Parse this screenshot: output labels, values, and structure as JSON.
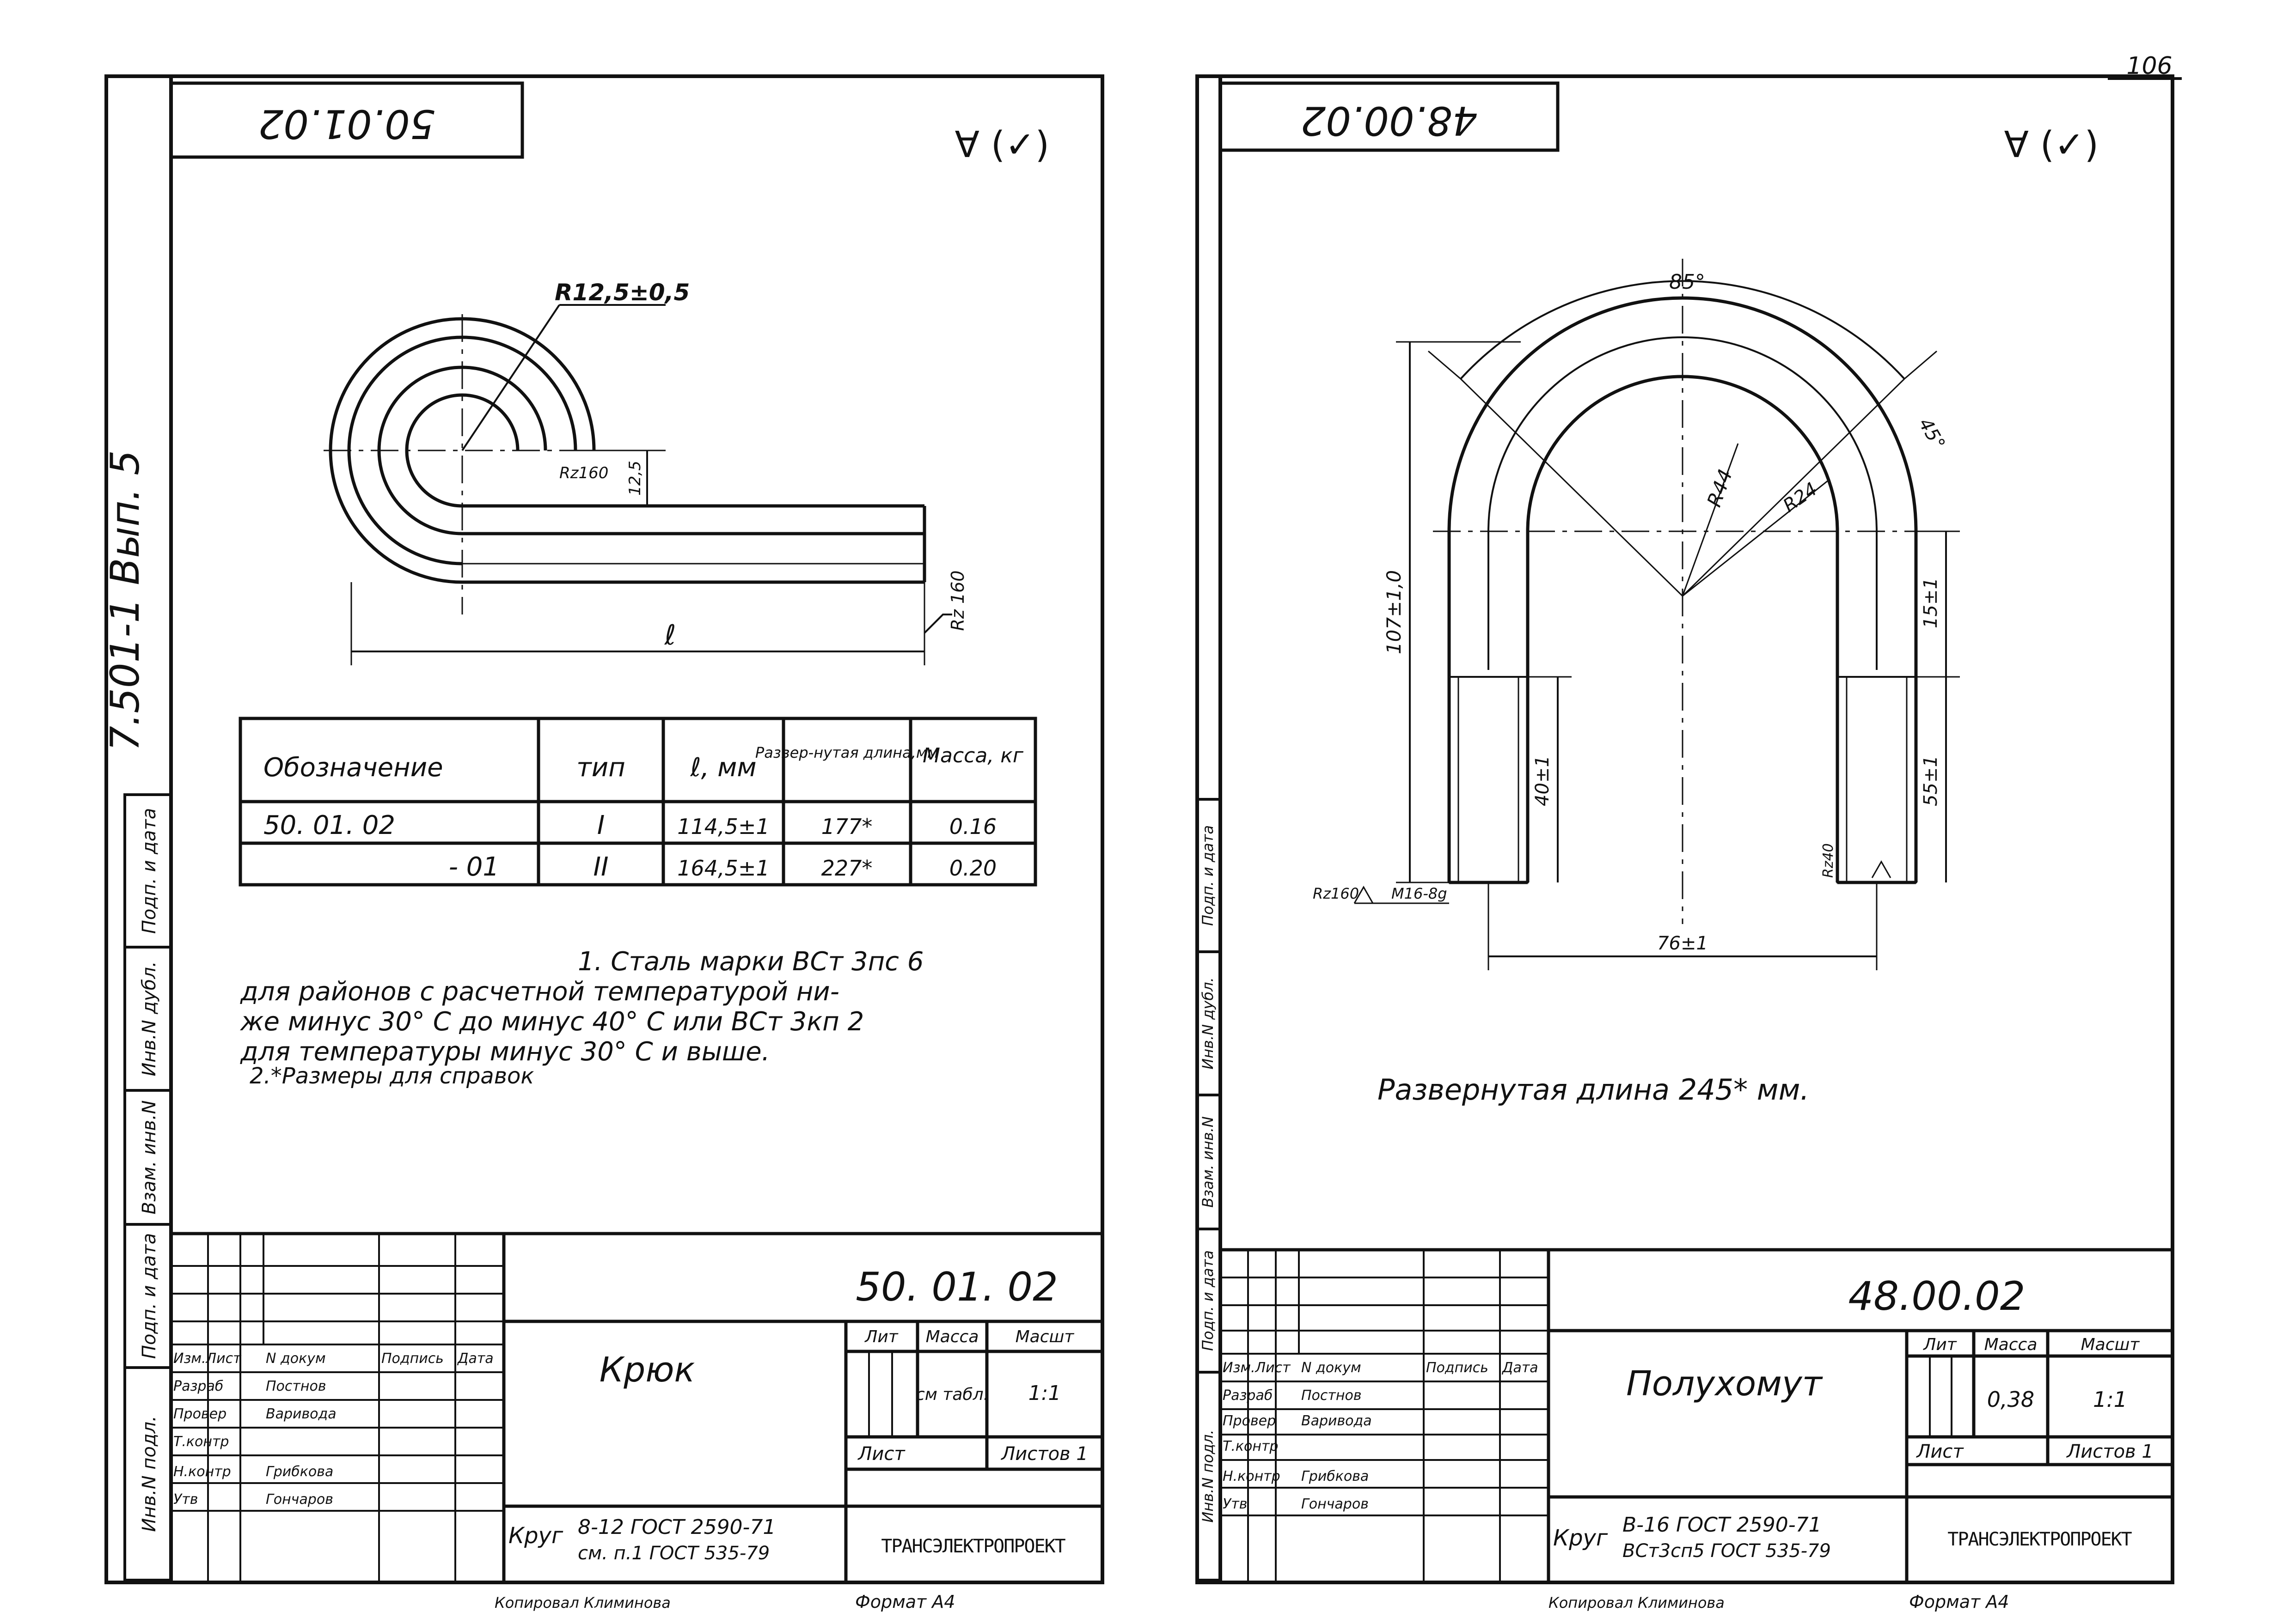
{
  "page_number": "106",
  "side_stamp": "7.501-1 Вып. 5",
  "side_columns": [
    "Инв.N подл.",
    "Подп. и дата",
    "Взам. инв.N",
    "Инв.N дубл.",
    "Подп. и дата"
  ],
  "left_sheet": {
    "top_code": "50.01.02",
    "roughness": "∀ (✓)",
    "dim_radius": "R12,5±0,5",
    "dim_thickness": "12,5",
    "rz_inner": "Rz160",
    "rz_end": "Rz 160",
    "dim_length": "ℓ",
    "table": {
      "headers": [
        "Обозначение",
        "тип",
        "ℓ, мм",
        "Развер-нутая длина,мм",
        "Масса, кг"
      ],
      "rows": [
        [
          "50. 01. 02",
          "I",
          "114,5±1",
          "177*",
          "0.16"
        ],
        [
          "- 01",
          "II",
          "164,5±1",
          "227*",
          "0.20"
        ]
      ]
    },
    "notes": [
      "1. Сталь марки ВСт 3пс 6",
      "для районов с расчетной температурой ни-",
      "же минус 30° С до минус 40° С или ВСт 3кп 2",
      "для температуры минус 30° С и выше.",
      "2.*Размеры для справок"
    ],
    "title_block": {
      "code": "50. 01. 02",
      "name": "Крюк",
      "material_prefix": "Круг",
      "material_line1": "8-12 ГОСТ 2590-71",
      "material_line2": "см. п.1 ГОСТ 535-79",
      "lit_label": "Лит",
      "mass_label": "Масса",
      "scale_label": "Масшт",
      "mass_value": "см табл.",
      "scale_value": "1:1",
      "sheet_label": "Лист",
      "sheets_label": "Листов 1",
      "org": "ТРАНСЭЛЕКТРОПРОЕКТ",
      "roles": [
        "Изм.Лист",
        "N докум",
        "Подпись",
        "Дата",
        "Разраб",
        "Провер",
        "Т.контр",
        "Н.контр",
        "Утв"
      ],
      "names": [
        "Постнов",
        "Варивода",
        "Грибкова",
        "Гончаров"
      ],
      "copied": "Копировал Климинова",
      "format": "Формат А4"
    }
  },
  "right_sheet": {
    "top_code": "48.00.02",
    "roughness": "∀ (✓)",
    "dim_angle_top": "85°",
    "dim_angle_right": "45°",
    "dim_r44": "R44",
    "dim_r24": "R24",
    "dim_height": "107±1,0",
    "dim_upper_right": "15±1",
    "dim_thread_right": "55±1",
    "dim_thread_left": "40±1",
    "dim_width": "76±1",
    "thread": "М16-8g",
    "rz_left": "Rz160",
    "rz_right": "Rz40",
    "developed_length": "Развернутая длина 245* мм.",
    "title_block": {
      "code": "48.00.02",
      "name": "Полухомут",
      "material_prefix": "Круг",
      "material_line1": "В-16 ГОСТ 2590-71",
      "material_line2": "ВСт3сп5 ГОСТ 535-79",
      "lit_label": "Лит",
      "mass_label": "Масса",
      "scale_label": "Масшт",
      "mass_value": "0,38",
      "scale_value": "1:1",
      "sheet_label": "Лист",
      "sheets_label": "Листов 1",
      "org": "ТРАНСЭЛЕКТРОПРОЕКТ",
      "roles": [
        "Изм.Лист",
        "N докум",
        "Подпись",
        "Дата",
        "Разраб",
        "Провер",
        "Т.контр",
        "Н.контр",
        "Утв"
      ],
      "names": [
        "Постнов",
        "Варивода",
        "Грибкова",
        "Гончаров"
      ],
      "copied": "Копировал Климинова",
      "format": "Формат А4"
    }
  }
}
